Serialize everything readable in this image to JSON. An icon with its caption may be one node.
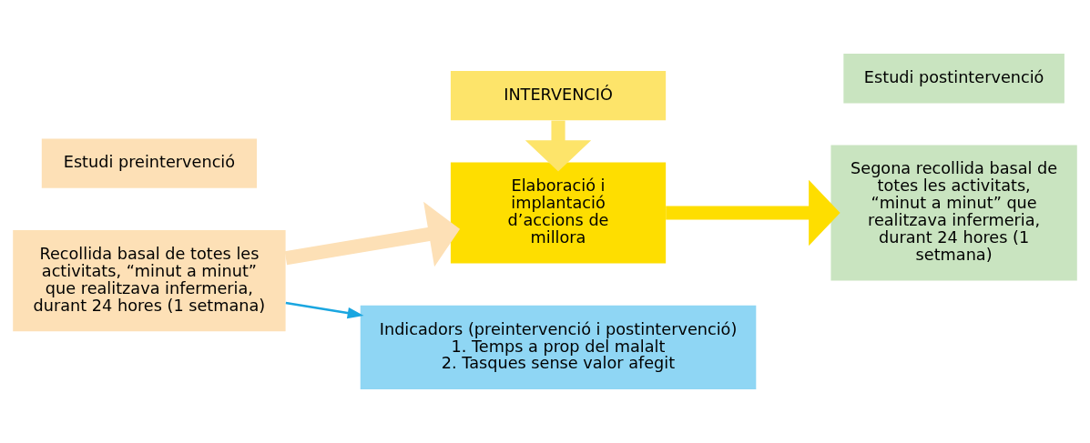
{
  "diagram": {
    "nodes": [
      {
        "text": [
          "Estudi preintervenció"
        ]
      },
      {
        "text": [
          "Recollida basal de totes les activitats, “minut a minut” que realitzava infermeria, durant 24 hores (1 setmana)"
        ]
      },
      {
        "text": [
          "INTERVENCIÓ"
        ]
      },
      {
        "text": [
          "Elaboració i implantació d’accions de millora"
        ]
      },
      {
        "text": [
          "Estudi postintervenció"
        ]
      },
      {
        "text": [
          "Segona recollida basal de totes les activitats, “minut a minut” que realitzava infermeria, durant 24 hores (1 setmana)"
        ]
      },
      {
        "text": [
          "Indicadors (preintervenció i postintervenció)",
          "1. Temps a prop del malalt",
          "2. Tasques sense valor afegit"
        ]
      }
    ],
    "edges": [
      {
        "from": 1,
        "to": 3,
        "arrow": "to",
        "color": "#fde0b6"
      },
      {
        "from": 2,
        "to": 3,
        "arrow": "to",
        "color": "#fde46a"
      },
      {
        "from": 3,
        "to": 5,
        "arrow": "to",
        "color": "#fede00"
      },
      {
        "from": 1,
        "to": 6,
        "arrow": "to",
        "color": "#1aa6e0"
      }
    ]
  }
}
